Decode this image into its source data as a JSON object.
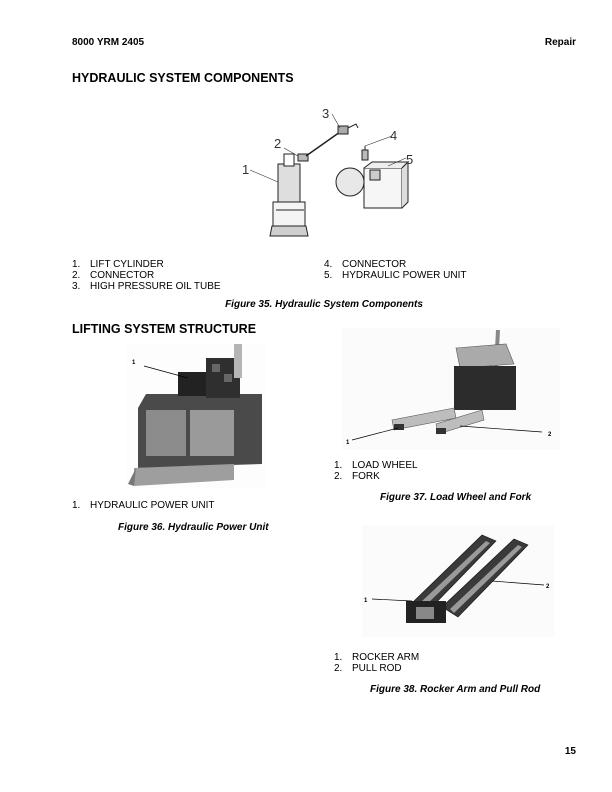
{
  "header": {
    "doc_id": "8000 YRM 2405",
    "section": "Repair"
  },
  "hydraulic": {
    "title": "HYDRAULIC SYSTEM COMPONENTS",
    "callouts": [
      "1",
      "2",
      "3",
      "4",
      "5"
    ],
    "legend_left": [
      {
        "num": "1.",
        "label": "LIFT CYLINDER"
      },
      {
        "num": "2.",
        "label": "CONNECTOR"
      },
      {
        "num": "3.",
        "label": "HIGH PRESSURE OIL TUBE"
      }
    ],
    "legend_right": [
      {
        "num": "4.",
        "label": "CONNECTOR"
      },
      {
        "num": "5.",
        "label": "HYDRAULIC POWER UNIT"
      }
    ],
    "caption": "Figure 35. Hydraulic System Components"
  },
  "lifting": {
    "title": "LIFTING SYSTEM STRUCTURE",
    "fig36": {
      "callouts": [
        "1"
      ],
      "legend": [
        {
          "num": "1.",
          "label": "HYDRAULIC POWER UNIT"
        }
      ],
      "caption": "Figure 36. Hydraulic Power Unit"
    },
    "fig37": {
      "callouts": [
        "1",
        "2"
      ],
      "legend": [
        {
          "num": "1.",
          "label": "LOAD WHEEL"
        },
        {
          "num": "2.",
          "label": "FORK"
        }
      ],
      "caption": "Figure 37. Load Wheel and Fork"
    },
    "fig38": {
      "callouts": [
        "1",
        "2"
      ],
      "legend": [
        {
          "num": "1.",
          "label": "ROCKER ARM"
        },
        {
          "num": "2.",
          "label": "PULL ROD"
        }
      ],
      "caption": "Figure 38. Rocker Arm and Pull Rod"
    }
  },
  "footer": {
    "page_number": "15"
  }
}
